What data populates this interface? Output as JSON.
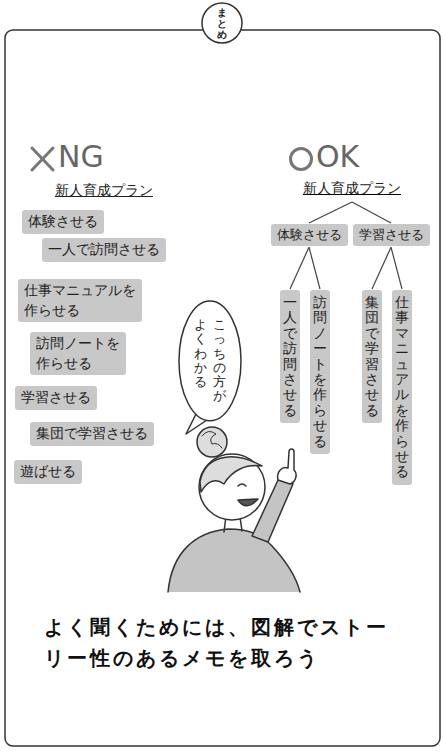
{
  "diagram": {
    "title": "まとめ",
    "caption": "よく聞くためには、図解でストーリー性のあるメモを取ろう",
    "nodes": [
      {
        "text": [
          "体験させる"
        ]
      },
      {
        "text": [
          "一人で訪問させる"
        ]
      },
      {
        "text": [
          "仕事マニュアルを 作らせる"
        ]
      },
      {
        "text": [
          "訪問ノートを 作らせる"
        ]
      },
      {
        "text": [
          "学習させる"
        ]
      },
      {
        "text": [
          "集団で学習させる"
        ]
      },
      {
        "text": [
          "遊ばせる"
        ]
      },
      {
        "text": [
          "新人育成プラン"
        ]
      },
      {
        "text": [
          "体験させる"
        ]
      },
      {
        "text": [
          "学習させる"
        ]
      },
      {
        "text": [
          "一人で訪問させる"
        ]
      },
      {
        "text": [
          "訪問ノートを作らせる"
        ]
      },
      {
        "text": [
          "集団で学習させる"
        ]
      },
      {
        "text": [
          "仕事マニュアルを作らせる"
        ]
      },
      {
        "text": [
          "こっちの方が",
          "よくわかる"
        ]
      }
    ],
    "edges": [
      {
        "from": 7,
        "to": 8,
        "arrow": "none"
      },
      {
        "from": 7,
        "to": 9,
        "arrow": "none"
      },
      {
        "from": 8,
        "to": 10,
        "arrow": "none"
      },
      {
        "from": 8,
        "to": 11,
        "arrow": "none"
      },
      {
        "from": 9,
        "to": 12,
        "arrow": "none"
      },
      {
        "from": 9,
        "to": 13,
        "arrow": "none"
      }
    ],
    "labels": [
      "NG",
      "OK",
      "新人育成プラン"
    ]
  }
}
